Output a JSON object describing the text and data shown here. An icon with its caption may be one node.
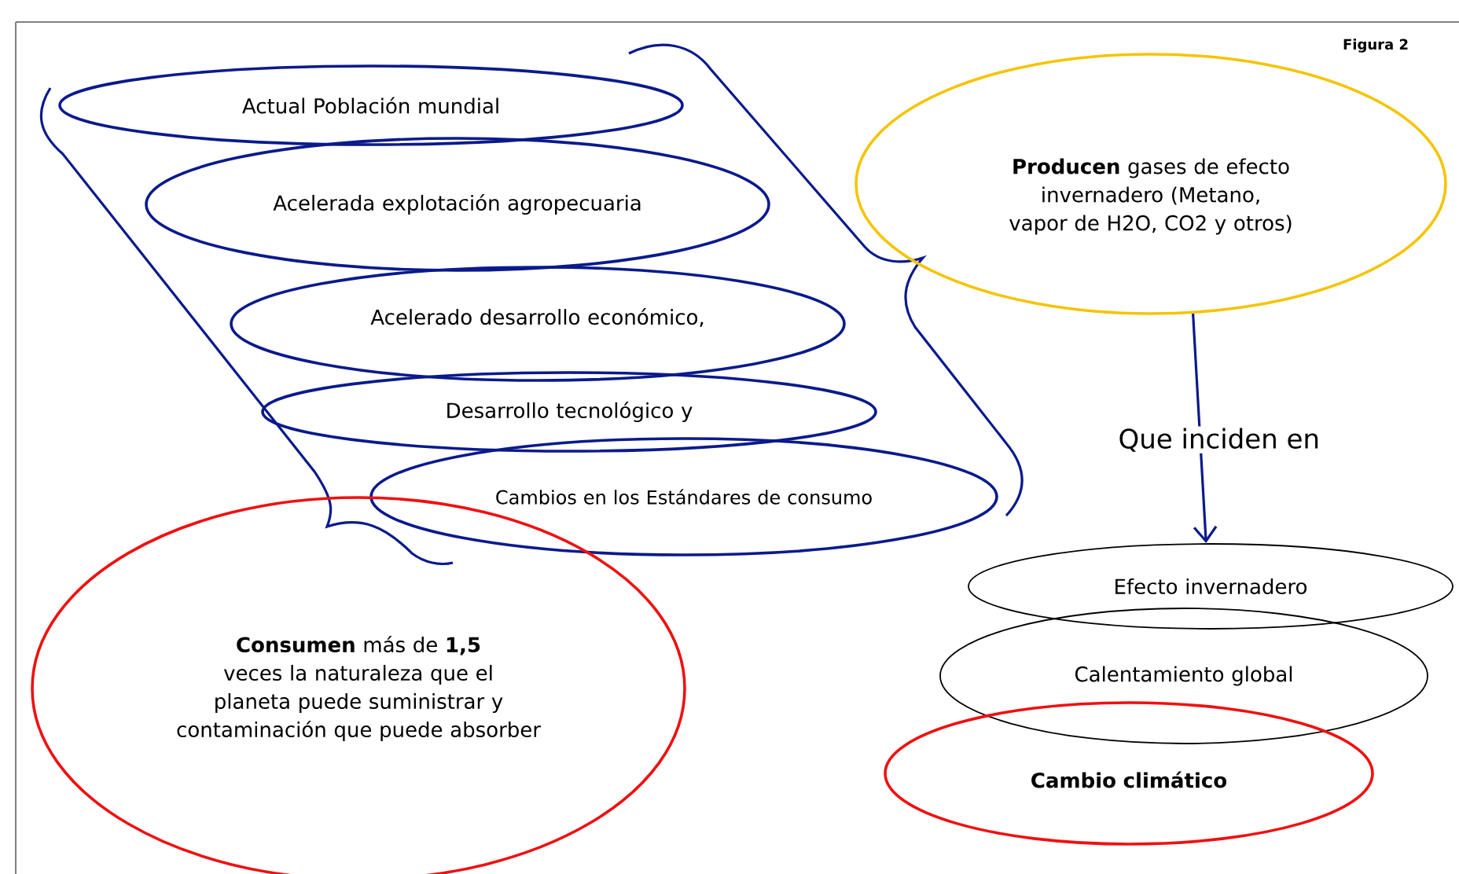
{
  "diagram": {
    "title": "Figura 2",
    "nodes": [
      {
        "text": [
          "Actual Población mundial"
        ]
      },
      {
        "text": [
          "Acelerada explotación agropecuaria"
        ]
      },
      {
        "text": [
          "Acelerado desarrollo económico,"
        ]
      },
      {
        "text": [
          "Desarrollo tecnológico y"
        ]
      },
      {
        "text": [
          "Cambios en los Estándares de consumo"
        ]
      },
      {
        "text": [
          "**Producen** gases de efecto invernadero (Metano, vapor de H2O, CO2 y otros)"
        ]
      },
      {
        "text": [
          "**Consumen** más de **1,5** veces la naturaleza que el planeta puede suministrar y contaminación que puede absorber"
        ]
      },
      {
        "text": [
          "Efecto invernadero"
        ]
      },
      {
        "text": [
          "Calentamiento global"
        ]
      },
      {
        "text": [
          "Cambio climático"
        ]
      }
    ],
    "edges": [
      {
        "from": 5,
        "to": 7,
        "arrow": "to",
        "label": "Que inciden en"
      }
    ]
  }
}
